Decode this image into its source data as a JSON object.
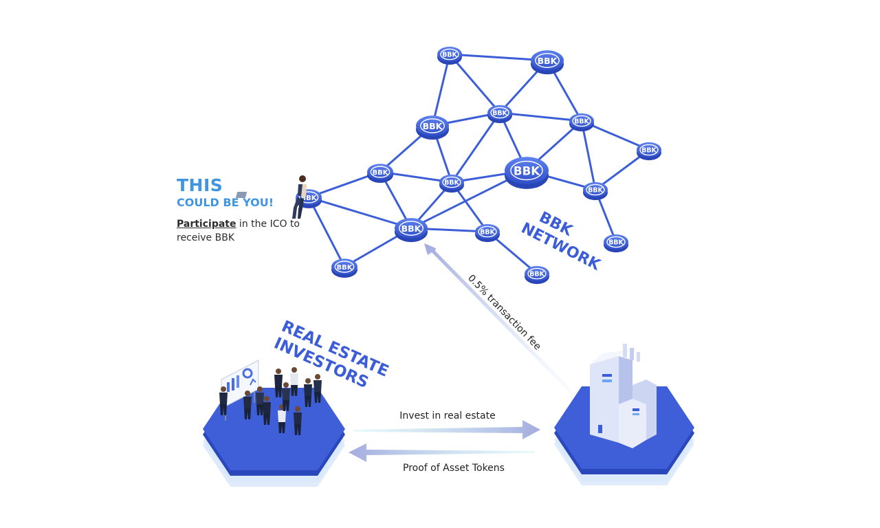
{
  "cta": {
    "title": "THIS",
    "subtitle": "COULD BE YOU!",
    "link_text": "Participate",
    "body_rest": " in the ICO to receive BBK"
  },
  "network": {
    "label_line1": "BBK",
    "label_line2": "NETWORK",
    "node_text": "BBK"
  },
  "investors": {
    "label_line1": "REAL ESTATE",
    "label_line2": "INVESTORS"
  },
  "flows": {
    "fee": "0.5% transaction fee",
    "invest": "Invest in real estate",
    "tokens": "Proof of Asset Tokens"
  },
  "colors": {
    "accent": "#3f95e0",
    "node": "#3b5ed8",
    "platform": "#3f5fd9"
  }
}
